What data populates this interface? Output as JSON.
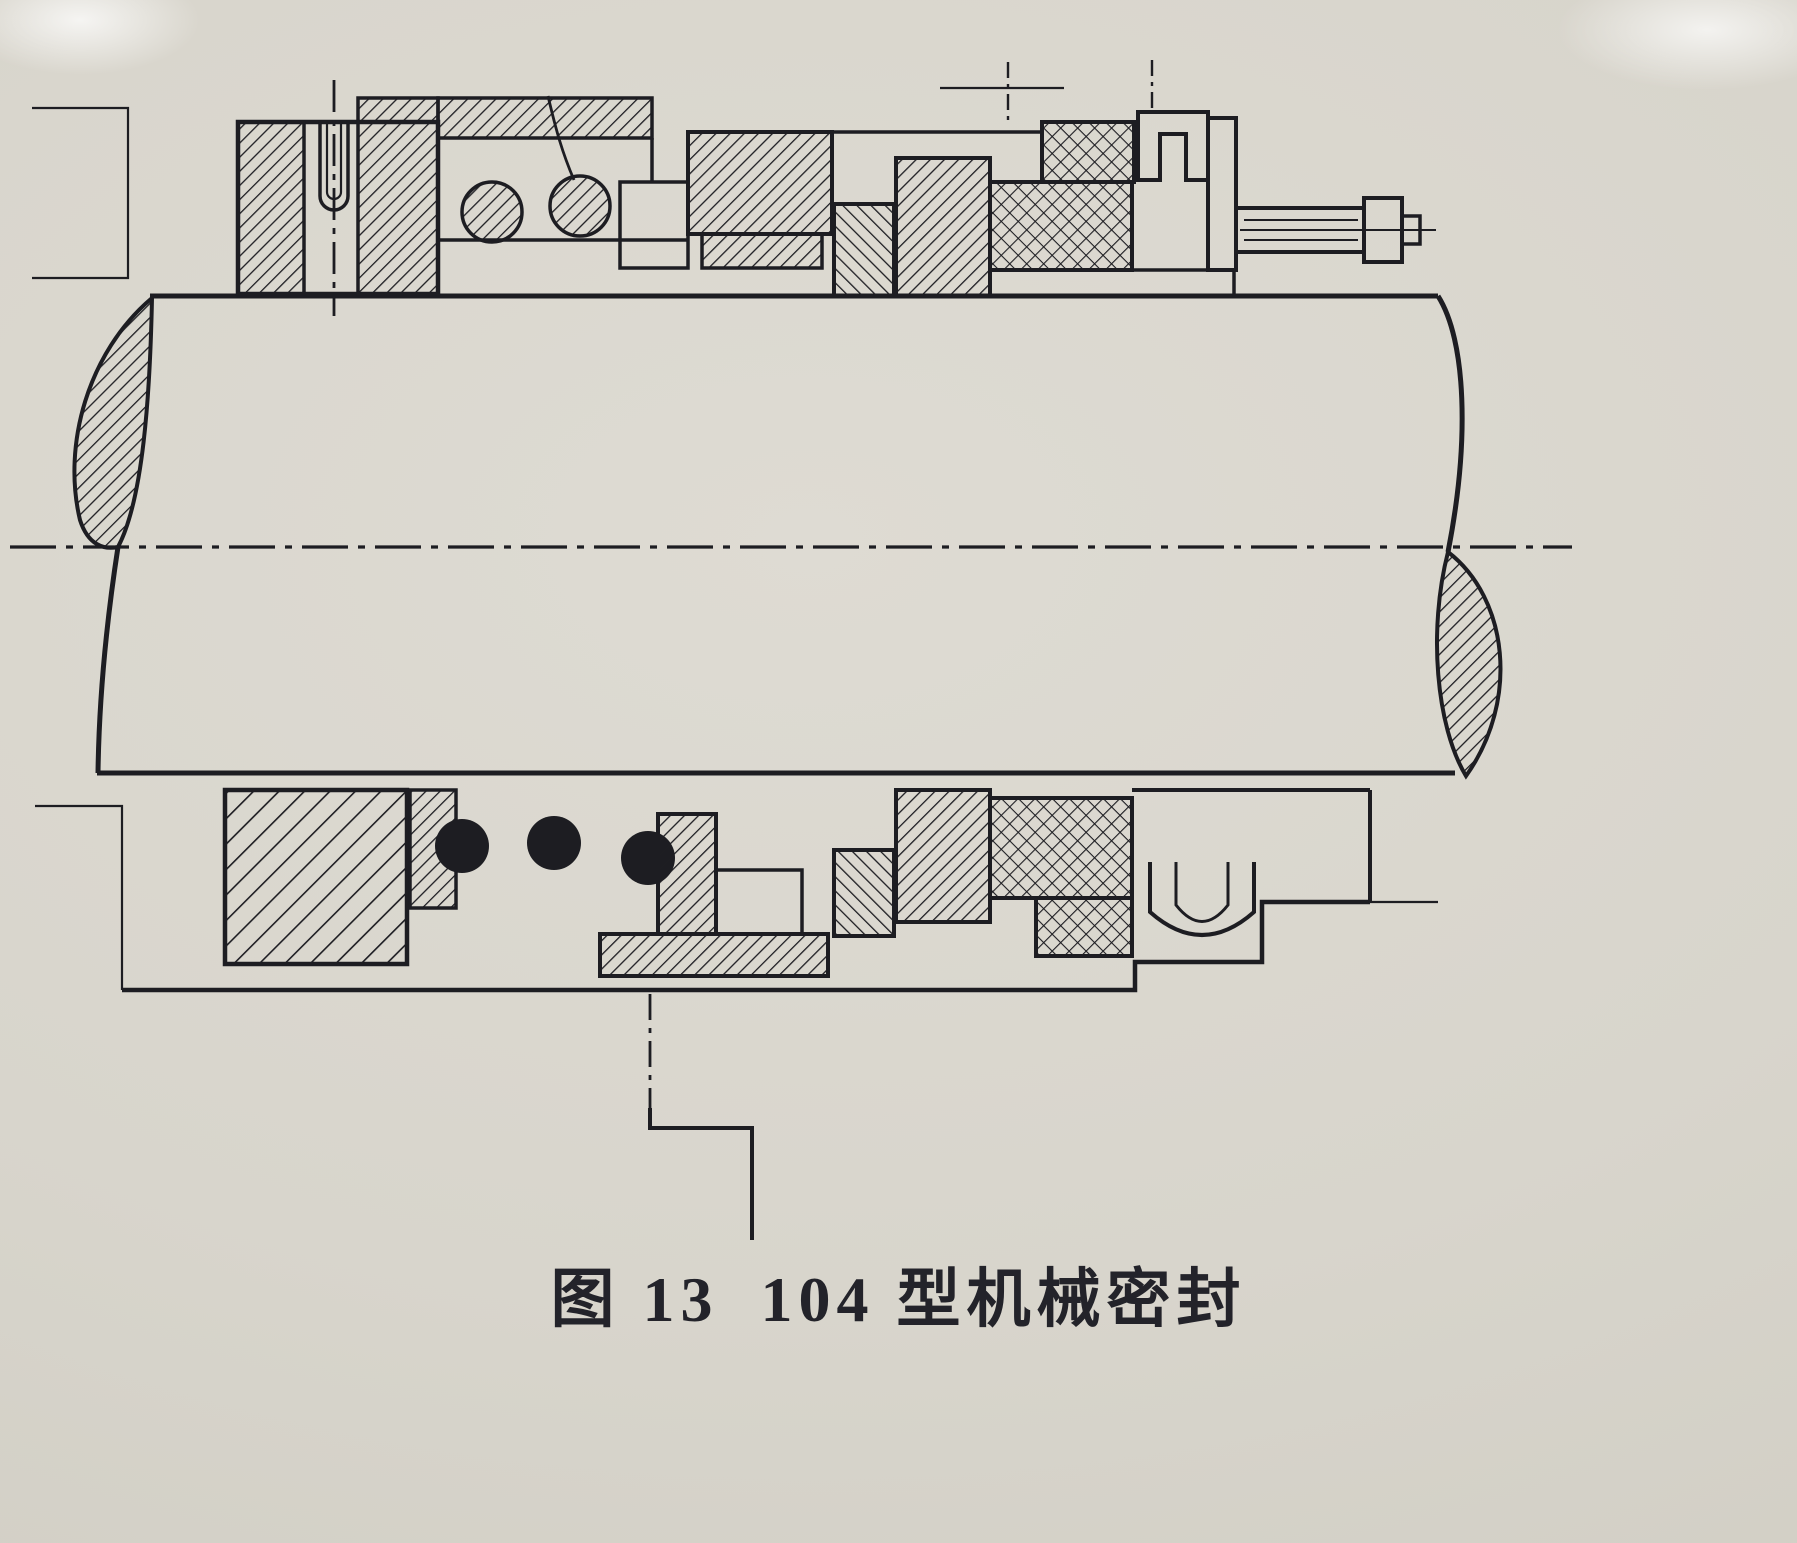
{
  "figure": {
    "number_label": "图 13",
    "title": "104 型机械密封",
    "full_caption": "图 13 104 型机械密封"
  },
  "drawing": {
    "ink_color": "#1d1d22",
    "paper_color": "#d8d5cc"
  }
}
